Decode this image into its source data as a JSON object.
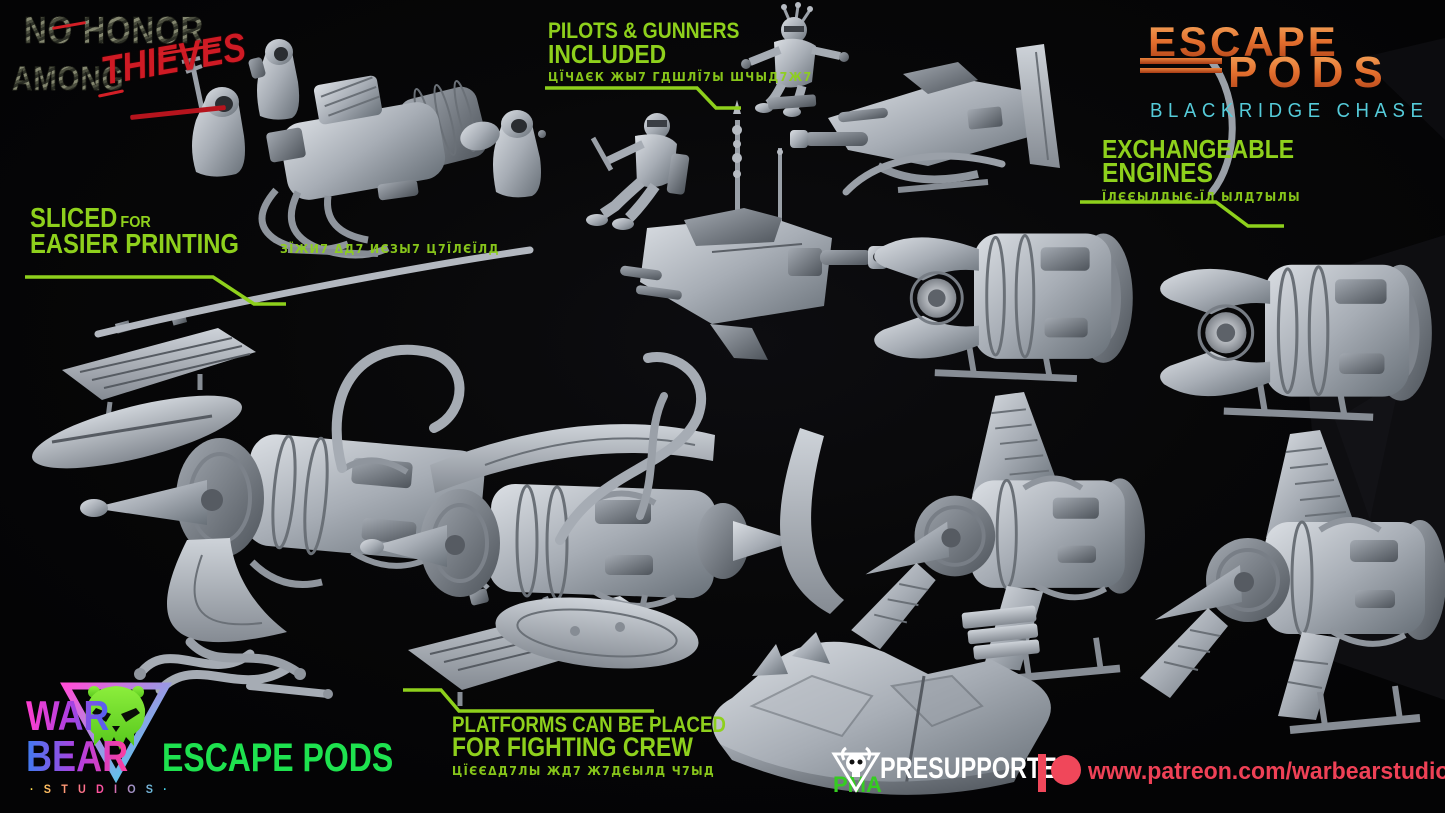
{
  "poster": {
    "title_logo": {
      "line1": "NO HONOR",
      "line2": "AMONG",
      "line3": "THIEVES"
    },
    "product_logo": {
      "line1": "ESCAPE",
      "line2": "PODS",
      "subtitle": "BLACKRIDGE CHASE"
    },
    "annotations": {
      "pilots": {
        "line1": "PILOTS & GUNNERS",
        "line2": "INCLUDED",
        "glyphs": "ЦЇЧΔЄК ЖЫ7 ГДШЛЇ7Ы ШЧЫД7Ж7"
      },
      "sliced": {
        "word1": "SLICED",
        "word2": "FOR",
        "line2": "EASIER PRINTING",
        "glyphs": "ЗЇЖИ7 ΔД7 ИЄЗЫ7 Ц7ЇЛЄЇЛД"
      },
      "engines": {
        "line1": "EXCHANGEABLE",
        "line2": "ENGINES",
        "glyphs": "ЇЛЄЄЫЛДЫЄ-ЇЛ ЫЛД7ЫЛЫ"
      },
      "platforms": {
        "line1": "PLATFORMS CAN BE PLACED",
        "line2": "FOR FIGHTING CREW",
        "glyphs": "ЦЇЄЄΔД7ЛЫ ЖД7 Ж7ДЄЫЛД Ч7ЫД"
      }
    },
    "footer": {
      "warbear": {
        "word1": "WAR",
        "word2": "BEAR",
        "studios": "· S T U D I O S ·"
      },
      "escape_pods_label": "ESCAPE PODS",
      "presupported": {
        "pma": "PMA",
        "label": "PRESUPPORTED"
      },
      "patreon_url": "www.patreon.com/warbearstudios"
    },
    "colors": {
      "annotation_green": "#8ed01c",
      "escape_label_green": "#1ee24f",
      "logo_orange_light": "#f7b063",
      "logo_orange_dark": "#a63a14",
      "subtitle_cyan": "#55cbd9",
      "thieves_red": "#cf1a24",
      "patreon_red": "#ef4156",
      "model_grey": "#aab0b8"
    },
    "icons": {
      "patreon": "bar-and-circle",
      "pma_skull": "horned-skull-in-triangle",
      "warbear_skull": "green-bear-skull-in-triangle"
    }
  }
}
